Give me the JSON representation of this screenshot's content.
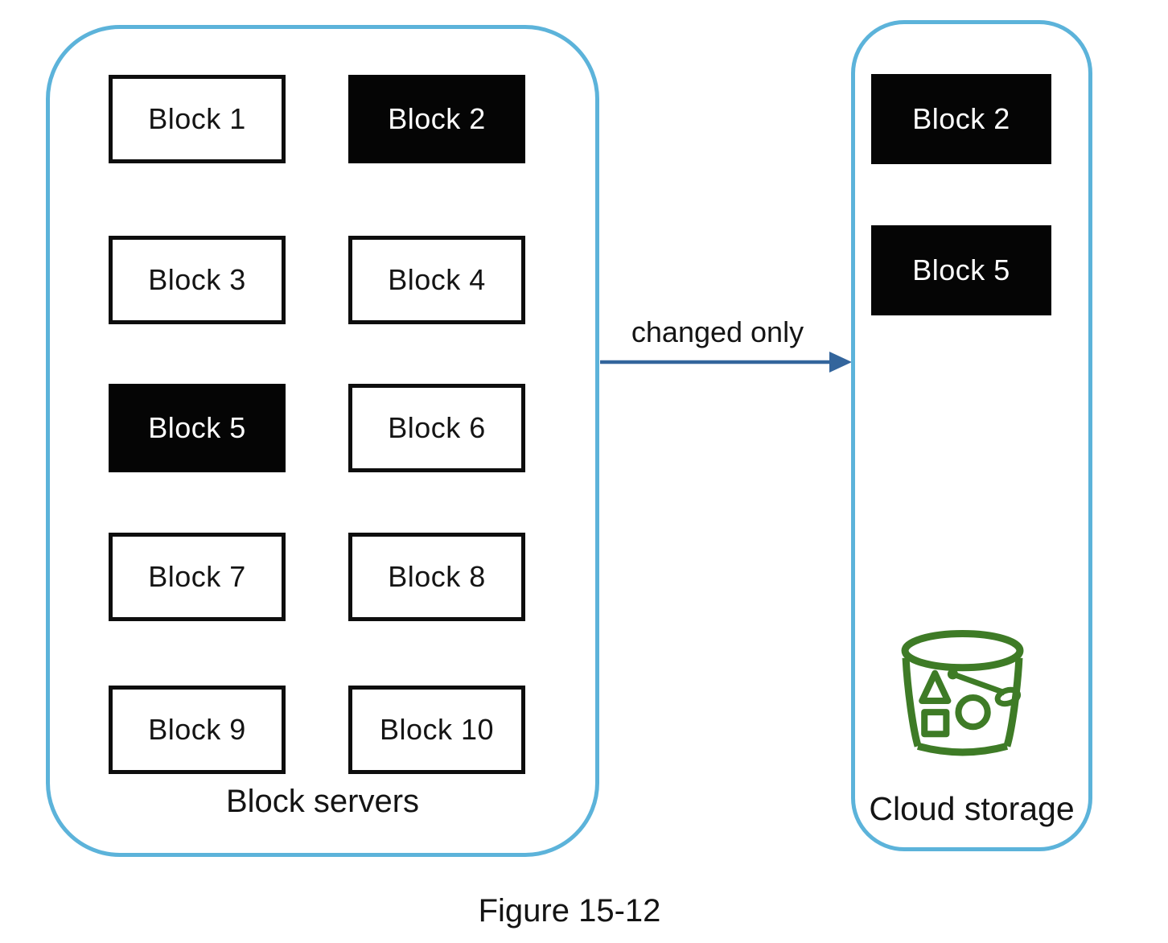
{
  "figure": {
    "caption": "Figure 15-12"
  },
  "block_servers": {
    "label": "Block servers",
    "blocks": [
      {
        "label": "Block 1",
        "changed": false
      },
      {
        "label": "Block 2",
        "changed": true
      },
      {
        "label": "Block 3",
        "changed": false
      },
      {
        "label": "Block 4",
        "changed": false
      },
      {
        "label": "Block 5",
        "changed": true
      },
      {
        "label": "Block 6",
        "changed": false
      },
      {
        "label": "Block 7",
        "changed": false
      },
      {
        "label": "Block 8",
        "changed": false
      },
      {
        "label": "Block 9",
        "changed": false
      },
      {
        "label": "Block 10",
        "changed": false
      }
    ]
  },
  "transfer": {
    "label": "changed only"
  },
  "cloud_storage": {
    "label": "Cloud storage",
    "icon": "s3-bucket-icon",
    "blocks": [
      {
        "label": "Block 2",
        "changed": true
      },
      {
        "label": "Block 5",
        "changed": true
      }
    ]
  },
  "colors": {
    "panel_border_blue": "#5CB3DA",
    "arrow_blue": "#33659C",
    "bucket_green": "#3E7B26",
    "changed_block_fill": "#050505",
    "changed_block_text": "#FFFFFF"
  }
}
